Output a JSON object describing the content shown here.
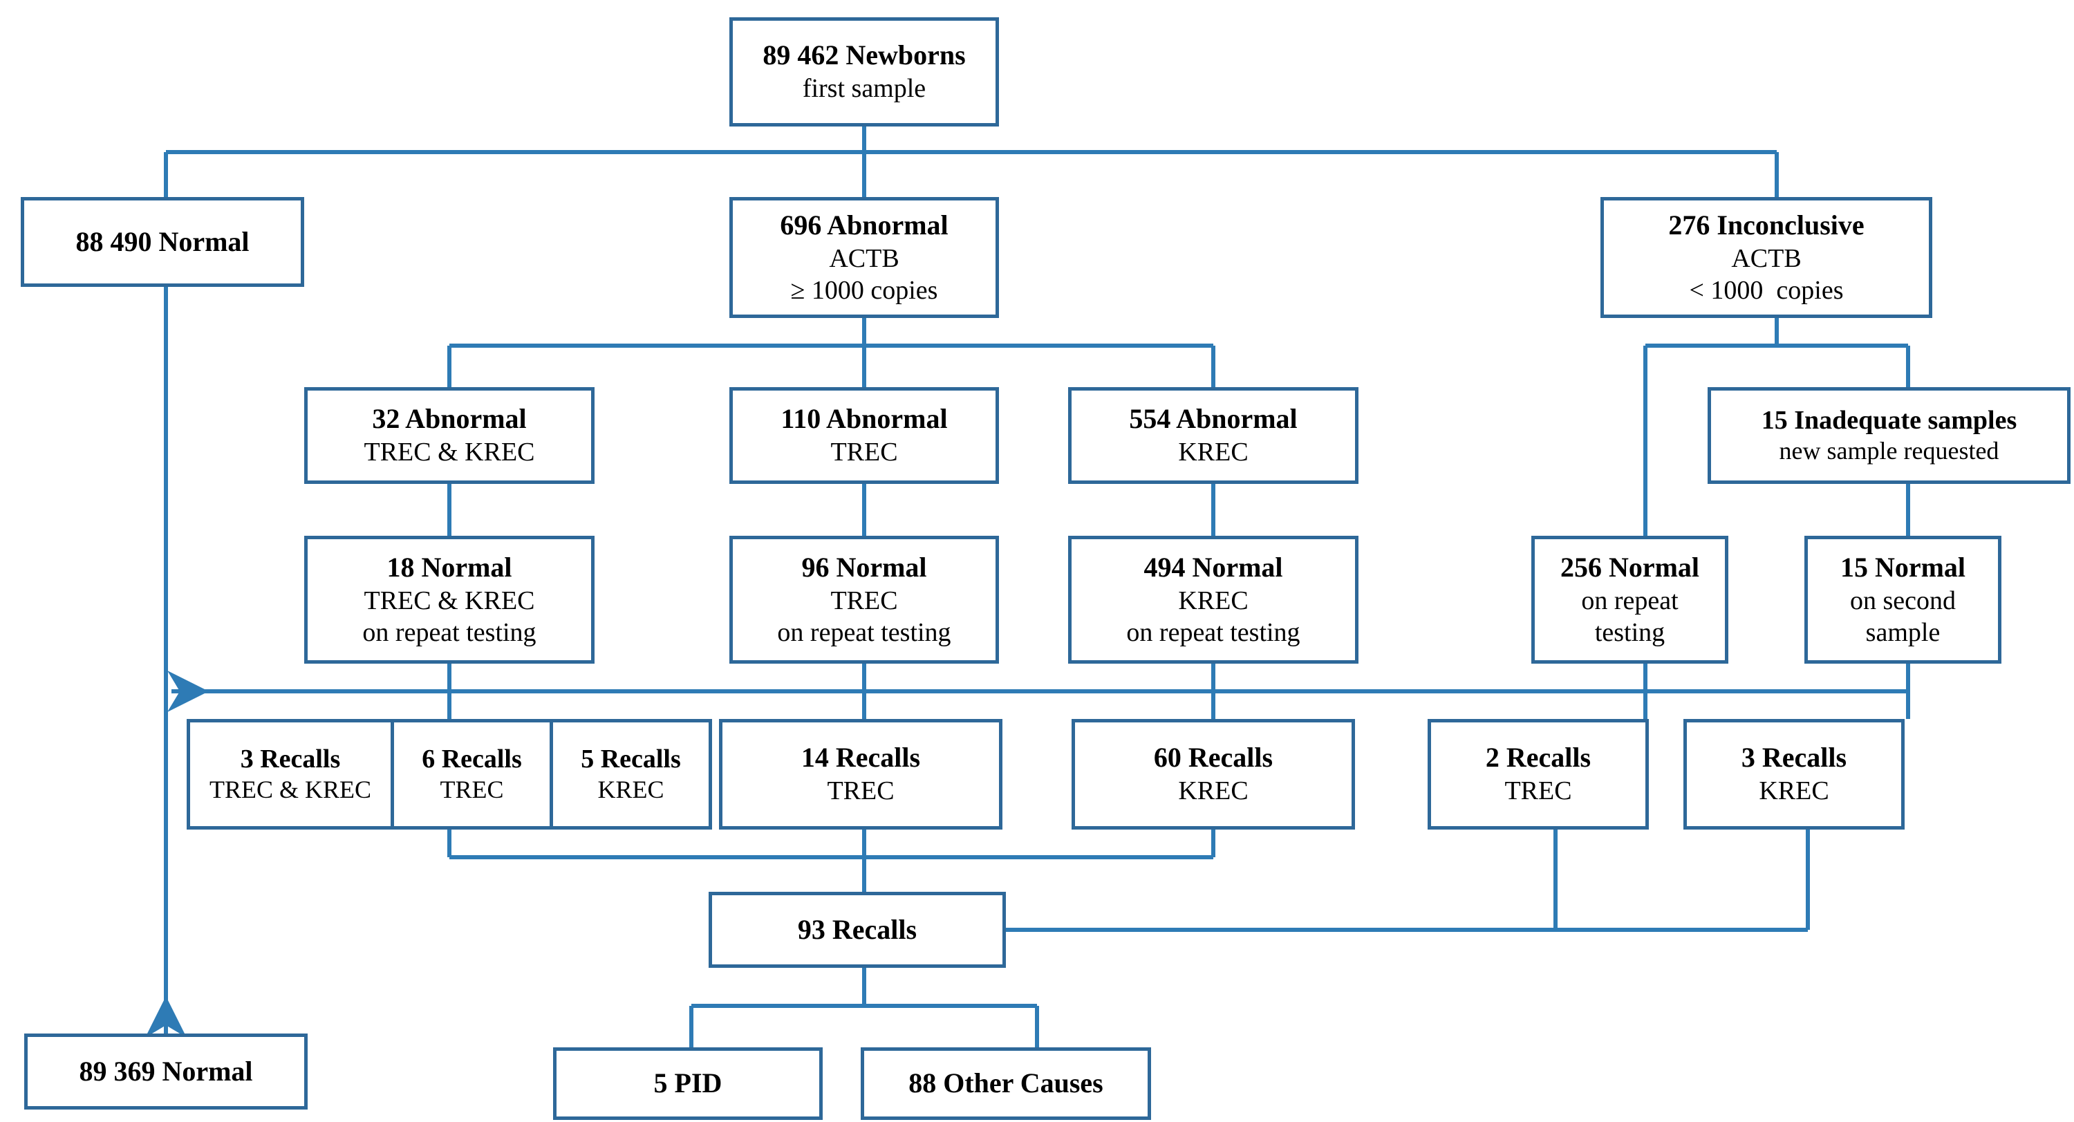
{
  "diagram": {
    "title": "Newborn screening TREC/KREC flowchart",
    "accent_color": "#2e6899",
    "line_color": "#2e7bb5",
    "background": "#ffffff"
  },
  "nodes": {
    "newborns": {
      "lines": [
        "89 462 Newborns",
        "first sample"
      ],
      "bold": [
        true,
        false
      ]
    },
    "normal_88490": {
      "lines": [
        "88 490 Normal"
      ],
      "bold": [
        true
      ]
    },
    "abnormal_actb": {
      "lines": [
        "696 Abnormal",
        "ACTB",
        "≥ 1000 copies"
      ],
      "bold": [
        true,
        false,
        false
      ]
    },
    "inconclusive": {
      "lines": [
        "276 Inconclusive",
        "ACTB",
        "< 1000  copies"
      ],
      "bold": [
        true,
        false,
        false
      ]
    },
    "abn_trec_krec": {
      "lines": [
        "32 Abnormal",
        "TREC & KREC"
      ],
      "bold": [
        true,
        false
      ]
    },
    "abn_trec": {
      "lines": [
        "110 Abnormal",
        "TREC"
      ],
      "bold": [
        true,
        false
      ]
    },
    "abn_krec": {
      "lines": [
        "554 Abnormal",
        "KREC"
      ],
      "bold": [
        true,
        false
      ]
    },
    "inadequate": {
      "lines": [
        "15 Inadequate samples",
        "new sample requested"
      ],
      "bold": [
        true,
        false
      ]
    },
    "norm_trec_krec": {
      "lines": [
        "18 Normal",
        "TREC & KREC",
        "on repeat testing"
      ],
      "bold": [
        true,
        false,
        false
      ]
    },
    "norm_trec": {
      "lines": [
        "96 Normal",
        "TREC",
        "on repeat testing"
      ],
      "bold": [
        true,
        false,
        false
      ]
    },
    "norm_krec": {
      "lines": [
        "494 Normal",
        "KREC",
        "on repeat testing"
      ],
      "bold": [
        true,
        false,
        false
      ]
    },
    "norm_repeat_256": {
      "lines": [
        "256 Normal",
        "on repeat",
        "testing"
      ],
      "bold": [
        true,
        false,
        false
      ]
    },
    "norm_second_15": {
      "lines": [
        "15 Normal",
        "on second",
        "sample"
      ],
      "bold": [
        true,
        false,
        false
      ]
    },
    "rec_3_tk": {
      "lines": [
        "3 Recalls",
        "TREC & KREC"
      ],
      "bold": [
        true,
        false
      ]
    },
    "rec_6_t": {
      "lines": [
        "6 Recalls",
        "TREC"
      ],
      "bold": [
        true,
        false
      ]
    },
    "rec_5_k": {
      "lines": [
        "5 Recalls",
        "KREC"
      ],
      "bold": [
        true,
        false
      ]
    },
    "rec_14_t": {
      "lines": [
        "14 Recalls",
        "TREC"
      ],
      "bold": [
        true,
        false
      ]
    },
    "rec_60_k": {
      "lines": [
        "60 Recalls",
        "KREC"
      ],
      "bold": [
        true,
        false
      ]
    },
    "rec_2_t": {
      "lines": [
        "2 Recalls",
        "TREC"
      ],
      "bold": [
        true,
        false
      ]
    },
    "rec_3_k": {
      "lines": [
        "3 Recalls",
        "KREC"
      ],
      "bold": [
        true,
        false
      ]
    },
    "recalls_93": {
      "lines": [
        "93 Recalls"
      ],
      "bold": [
        true
      ]
    },
    "normal_89369": {
      "lines": [
        "89 369 Normal"
      ],
      "bold": [
        true
      ]
    },
    "pid_5": {
      "lines": [
        "5 PID"
      ],
      "bold": [
        true
      ]
    },
    "other_88": {
      "lines": [
        "88 Other Causes"
      ],
      "bold": [
        true
      ]
    }
  },
  "flow": {
    "steps": [
      {
        "from": "newborns",
        "to": [
          "normal_88490",
          "abnormal_actb",
          "inconclusive"
        ]
      },
      {
        "from": "abnormal_actb",
        "to": [
          "abn_trec_krec",
          "abn_trec",
          "abn_krec"
        ]
      },
      {
        "from": "inconclusive",
        "to": [
          "norm_repeat_256",
          "inadequate"
        ]
      },
      {
        "from": "abn_trec_krec",
        "to": [
          "norm_trec_krec",
          "rec_3_tk"
        ]
      },
      {
        "from": "abn_trec",
        "to": [
          "norm_trec",
          "rec_6_t",
          "rec_14_t"
        ]
      },
      {
        "from": "abn_krec",
        "to": [
          "norm_krec",
          "rec_5_k",
          "rec_60_k"
        ]
      },
      {
        "from": "inadequate",
        "to": [
          "norm_second_15",
          "rec_3_k"
        ]
      },
      {
        "from": "norm_repeat_256",
        "to": [
          "rec_2_t"
        ]
      },
      {
        "from": "recalls_93",
        "to": [
          "pid_5",
          "other_88"
        ]
      },
      {
        "from": "normal_88490",
        "to": [
          "normal_89369"
        ]
      }
    ]
  }
}
